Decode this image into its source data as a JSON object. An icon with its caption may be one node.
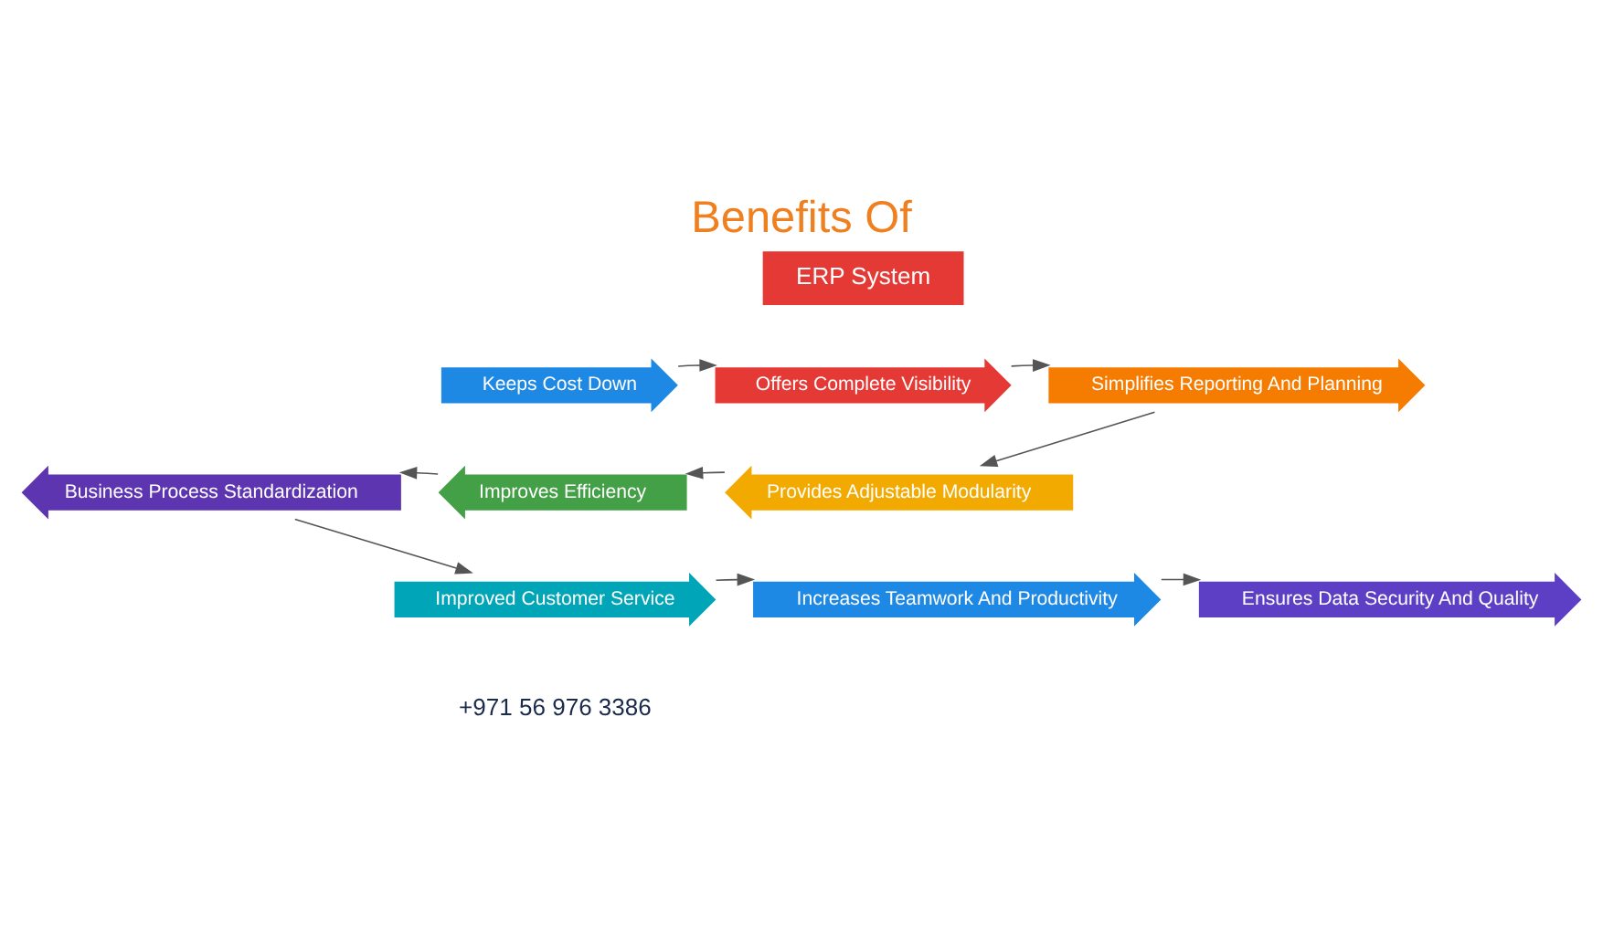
{
  "diagram": {
    "title": "Benefits Of",
    "nodes": [
      {
        "text": [
          "Keeps Cost Down"
        ]
      },
      {
        "text": [
          "Offers Complete Visibility"
        ]
      },
      {
        "text": [
          "Simplifies Reporting And Planning"
        ]
      },
      {
        "text": [
          "Provides Adjustable Modularity"
        ]
      },
      {
        "text": [
          "Improves Efficiency"
        ]
      },
      {
        "text": [
          "Business Process Standardization"
        ]
      },
      {
        "text": [
          "Improved Customer Service"
        ]
      },
      {
        "text": [
          "Increases Teamwork And Productivity"
        ]
      },
      {
        "text": [
          "Ensures Data Security And Quality"
        ]
      }
    ],
    "edges": [
      {
        "from": 0,
        "to": 1,
        "arrow": "to"
      },
      {
        "from": 1,
        "to": 2,
        "arrow": "to"
      },
      {
        "from": 2,
        "to": 3,
        "arrow": "to"
      },
      {
        "from": 3,
        "to": 4,
        "arrow": "to"
      },
      {
        "from": 4,
        "to": 5,
        "arrow": "to"
      },
      {
        "from": 5,
        "to": 6,
        "arrow": "to"
      },
      {
        "from": 6,
        "to": 7,
        "arrow": "to"
      },
      {
        "from": 7,
        "to": 8,
        "arrow": "to"
      }
    ],
    "labels": [
      "ERP System",
      "+971 56 976 3386"
    ]
  }
}
